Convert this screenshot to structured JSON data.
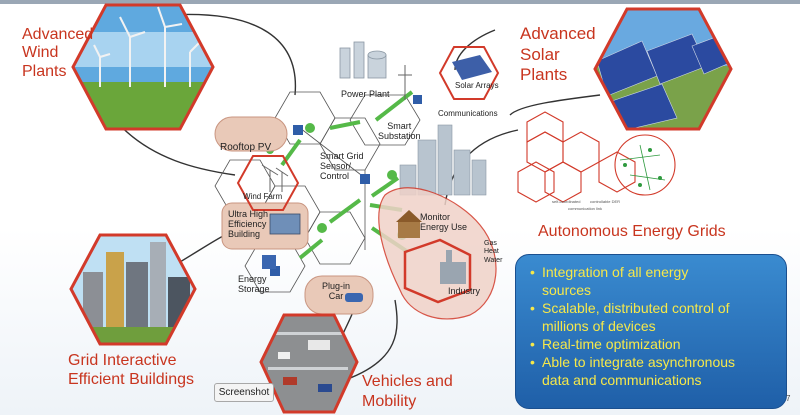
{
  "labels": {
    "advanced_wind_plants": [
      "Advanced",
      "Wind",
      "Plants"
    ],
    "advanced_solar_plants": [
      "Advanced",
      "Solar",
      "Plants"
    ],
    "autonomous_energy_grids": "Autonomous Energy Grids",
    "grid_interactive_buildings": [
      "Grid Interactive",
      "Efficient Buildings"
    ],
    "vehicles_mobility": [
      "Vehicles and",
      "Mobility"
    ]
  },
  "diagram": {
    "power_plant": "Power Plant",
    "solar_arrays": "Solar Arrays",
    "communications": "Communications",
    "smart_substation": [
      "Smart",
      "Substation"
    ],
    "rooftop_pv": "Rooftop PV",
    "smart_grid_sensor": [
      "Smart Grid",
      "Sensor/",
      "Control"
    ],
    "wind_farm": "Wind Farm",
    "ultra_high_efficiency": [
      "Ultra High",
      "Efficiency",
      "Building"
    ],
    "monitor_energy_use": [
      "Monitor",
      "Energy Use"
    ],
    "gas_heat_water": [
      "Gas",
      "Heat",
      "Water"
    ],
    "energy_storage": [
      "Energy",
      "Storage"
    ],
    "plug_in_car": [
      "Plug-in",
      "Car"
    ],
    "industry": "Industry",
    "grid_legend": [
      "self-coordinated",
      "controllable DER",
      "communication link"
    ]
  },
  "bullets": [
    [
      "Integration of all energy",
      "sources"
    ],
    [
      "Scalable, distributed control of",
      "millions of devices"
    ],
    [
      "Real-time optimization"
    ],
    [
      "Able to integrate asynchronous",
      "data and communications"
    ]
  ],
  "tooltip": "Screenshot",
  "page_number": "7",
  "colors": {
    "title_red": "#c8351f",
    "hex_border": "#d23a2a",
    "box_bg": "#2b76c0",
    "bullet_text": "#f6e84a",
    "arrow_green": "#55b948"
  }
}
